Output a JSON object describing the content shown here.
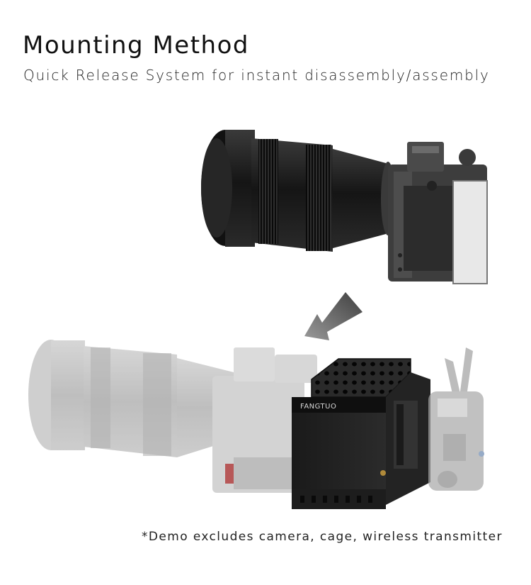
{
  "header": {
    "title": "Mounting Method",
    "subtitle": "Quick Release System for instant disassembly/assembly"
  },
  "product": {
    "brand_label": "FANGTUO"
  },
  "footer": {
    "note": "*Demo excludes camera, cage, wireless transmitter"
  },
  "colors": {
    "lens_dark": "#1c1c1c",
    "cage_gray": "#5a5a5a",
    "battery_black": "#151515",
    "ghost_gray": "#b9b9b9",
    "arrow_gray": "#6e6e6e"
  },
  "icons": [
    "camera-rig-icon",
    "down-left-arrow-icon",
    "battery-plate-icon",
    "wireless-transmitter-icon"
  ]
}
